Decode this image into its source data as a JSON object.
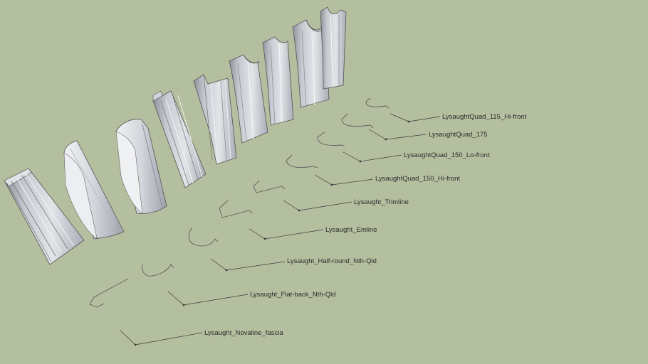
{
  "scene": {
    "background": "#b4bf9f",
    "profile_color": "#5e5e5e",
    "leader_color": "#3a3a3a",
    "gutter_fill": "#c9ccd3",
    "gutter_shade": "#9da1ab"
  },
  "labels": [
    "LysaughtQuad_115_Hi-front",
    "LysaughtQuad_175",
    "LysaughtQuad_150_Lo-front",
    "LysaughtQuad_150_Hi-front",
    "Lysaught_Trimline",
    "Lysaught_Emline",
    "Lysaught_Half-round_Nth-Qld",
    "Lysaught_Flat-back_Nth-Qld",
    "Lysaught_Novaline_fascia"
  ]
}
